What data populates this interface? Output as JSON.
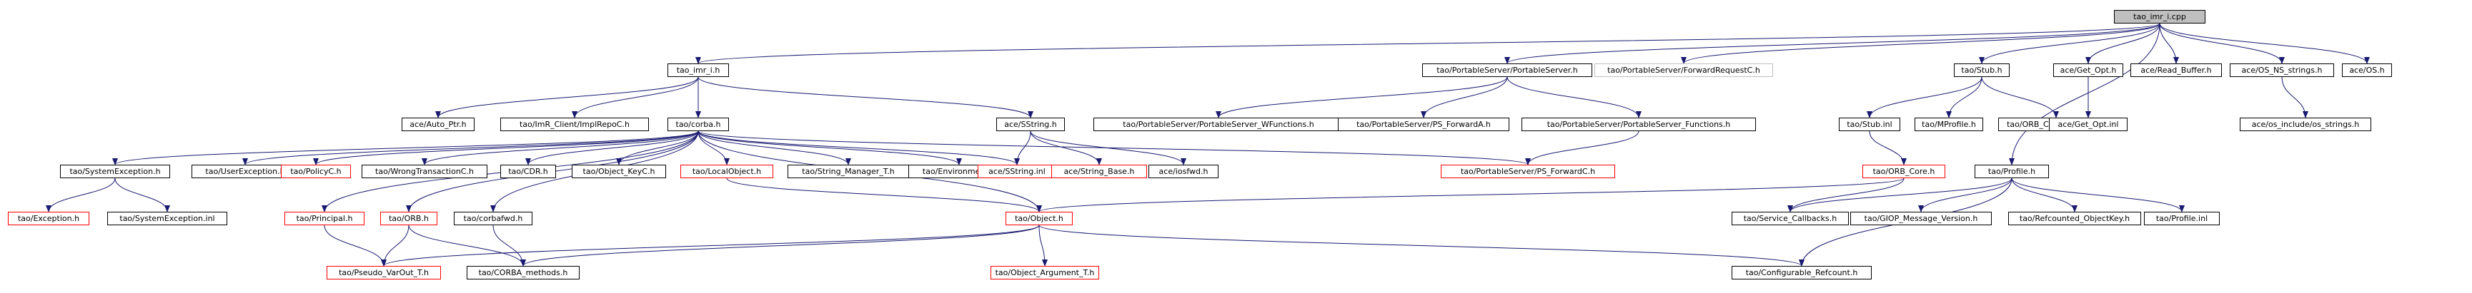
{
  "graph": {
    "edge_color": "#191970",
    "nodes": [
      {
        "id": "root",
        "label": "tao_imr_i.cpp",
        "style": "root"
      },
      {
        "id": "imr_i_h",
        "label": "tao_imr_i.h",
        "style": "normal"
      },
      {
        "id": "portableserver_h",
        "label": "tao/PortableServer/PortableServer.h",
        "style": "normal"
      },
      {
        "id": "forwardrequestc",
        "label": "tao/PortableServer/ForwardRequestC.h",
        "style": "gray"
      },
      {
        "id": "stub_h",
        "label": "tao/Stub.h",
        "style": "normal"
      },
      {
        "id": "get_opt_h",
        "label": "ace/Get_Opt.h",
        "style": "normal"
      },
      {
        "id": "read_buffer",
        "label": "ace/Read_Buffer.h",
        "style": "normal"
      },
      {
        "id": "os_ns_strings",
        "label": "ace/OS_NS_strings.h",
        "style": "normal"
      },
      {
        "id": "ace_os",
        "label": "ace/OS.h",
        "style": "normal"
      },
      {
        "id": "auto_ptr",
        "label": "ace/Auto_Ptr.h",
        "style": "normal"
      },
      {
        "id": "imr_client",
        "label": "tao/ImR_Client/ImplRepoC.h",
        "style": "normal"
      },
      {
        "id": "corba_h",
        "label": "tao/corba.h",
        "style": "normal"
      },
      {
        "id": "sstring_h",
        "label": "ace/SString.h",
        "style": "normal"
      },
      {
        "id": "ps_wfunctions",
        "label": "tao/PortableServer/PortableServer_WFunctions.h",
        "style": "normal"
      },
      {
        "id": "ps_forwarda",
        "label": "tao/PortableServer/PS_ForwardA.h",
        "style": "normal"
      },
      {
        "id": "ps_functions",
        "label": "tao/PortableServer/PortableServer_Functions.h",
        "style": "normal"
      },
      {
        "id": "stub_inl",
        "label": "tao/Stub.inl",
        "style": "normal"
      },
      {
        "id": "mprofile",
        "label": "tao/MProfile.h",
        "style": "normal"
      },
      {
        "id": "orb_core_auto_ptr",
        "label": "tao/ORB_Core_Auto_Ptr.h",
        "style": "normal"
      },
      {
        "id": "get_opt_inl",
        "label": "ace/Get_Opt.inl",
        "style": "normal"
      },
      {
        "id": "os_include_strings",
        "label": "ace/os_include/os_strings.h",
        "style": "normal"
      },
      {
        "id": "systemexception_h",
        "label": "tao/SystemException.h",
        "style": "normal"
      },
      {
        "id": "userexception",
        "label": "tao/UserException.h",
        "style": "normal"
      },
      {
        "id": "policyc",
        "label": "tao/PolicyC.h",
        "style": "red"
      },
      {
        "id": "wrongtransaction",
        "label": "tao/WrongTransactionC.h",
        "style": "normal"
      },
      {
        "id": "cdr_h",
        "label": "tao/CDR.h",
        "style": "normal"
      },
      {
        "id": "object_keyc",
        "label": "tao/Object_KeyC.h",
        "style": "normal"
      },
      {
        "id": "localobject",
        "label": "tao/LocalObject.h",
        "style": "red"
      },
      {
        "id": "string_manager",
        "label": "tao/String_Manager_T.h",
        "style": "normal"
      },
      {
        "id": "environment",
        "label": "tao/Environment.h",
        "style": "normal"
      },
      {
        "id": "sstring_inl",
        "label": "ace/SString.inl",
        "style": "red"
      },
      {
        "id": "string_base",
        "label": "ace/String_Base.h",
        "style": "red"
      },
      {
        "id": "iosfwd",
        "label": "ace/iosfwd.h",
        "style": "normal"
      },
      {
        "id": "ps_forwardc",
        "label": "tao/PortableServer/PS_ForwardC.h",
        "style": "red"
      },
      {
        "id": "orb_core",
        "label": "tao/ORB_Core.h",
        "style": "red"
      },
      {
        "id": "profile_h",
        "label": "tao/Profile.h",
        "style": "normal"
      },
      {
        "id": "exception_h",
        "label": "tao/Exception.h",
        "style": "red"
      },
      {
        "id": "systemexception_inl",
        "label": "tao/SystemException.inl",
        "style": "normal"
      },
      {
        "id": "principal",
        "label": "tao/Principal.h",
        "style": "red"
      },
      {
        "id": "orb_h",
        "label": "tao/ORB.h",
        "style": "red"
      },
      {
        "id": "corbafwd",
        "label": "tao/corbafwd.h",
        "style": "normal"
      },
      {
        "id": "object_h",
        "label": "tao/Object.h",
        "style": "red"
      },
      {
        "id": "service_callbacks",
        "label": "tao/Service_Callbacks.h",
        "style": "normal"
      },
      {
        "id": "giop_message_version",
        "label": "tao/GIOP_Message_Version.h",
        "style": "normal"
      },
      {
        "id": "refcounted_objectkey",
        "label": "tao/Refcounted_ObjectKey.h",
        "style": "normal"
      },
      {
        "id": "profile_inl",
        "label": "tao/Profile.inl",
        "style": "normal"
      },
      {
        "id": "pseudo_varout",
        "label": "tao/Pseudo_VarOut_T.h",
        "style": "red"
      },
      {
        "id": "corba_methods",
        "label": "tao/CORBA_methods.h",
        "style": "normal"
      },
      {
        "id": "object_argument",
        "label": "tao/Object_Argument_T.h",
        "style": "red"
      },
      {
        "id": "configurable_refcount",
        "label": "tao/Configurable_Refcount.h",
        "style": "normal"
      }
    ],
    "edges": [
      [
        "root",
        "imr_i_h"
      ],
      [
        "root",
        "portableserver_h"
      ],
      [
        "root",
        "forwardrequestc"
      ],
      [
        "root",
        "stub_h"
      ],
      [
        "root",
        "get_opt_h"
      ],
      [
        "root",
        "read_buffer"
      ],
      [
        "root",
        "os_ns_strings"
      ],
      [
        "root",
        "ace_os"
      ],
      [
        "root",
        "profile_h"
      ],
      [
        "imr_i_h",
        "auto_ptr"
      ],
      [
        "imr_i_h",
        "imr_client"
      ],
      [
        "imr_i_h",
        "corba_h"
      ],
      [
        "imr_i_h",
        "sstring_h"
      ],
      [
        "portableserver_h",
        "ps_wfunctions"
      ],
      [
        "portableserver_h",
        "ps_forwarda"
      ],
      [
        "portableserver_h",
        "ps_functions"
      ],
      [
        "ps_functions",
        "ps_forwardc"
      ],
      [
        "stub_h",
        "stub_inl"
      ],
      [
        "stub_h",
        "mprofile"
      ],
      [
        "stub_h",
        "orb_core_auto_ptr"
      ],
      [
        "stub_inl",
        "orb_core"
      ],
      [
        "get_opt_h",
        "get_opt_inl"
      ],
      [
        "os_ns_strings",
        "os_include_strings"
      ],
      [
        "corba_h",
        "systemexception_h"
      ],
      [
        "corba_h",
        "userexception"
      ],
      [
        "corba_h",
        "policyc"
      ],
      [
        "corba_h",
        "wrongtransaction"
      ],
      [
        "corba_h",
        "cdr_h"
      ],
      [
        "corba_h",
        "object_keyc"
      ],
      [
        "corba_h",
        "localobject"
      ],
      [
        "corba_h",
        "string_manager"
      ],
      [
        "corba_h",
        "environment"
      ],
      [
        "corba_h",
        "principal"
      ],
      [
        "corba_h",
        "orb_h"
      ],
      [
        "corba_h",
        "corbafwd"
      ],
      [
        "corba_h",
        "sstring_inl"
      ],
      [
        "corba_h",
        "object_h"
      ],
      [
        "corba_h",
        "ps_forwardc"
      ],
      [
        "sstring_h",
        "sstring_inl"
      ],
      [
        "sstring_h",
        "string_base"
      ],
      [
        "sstring_h",
        "iosfwd"
      ],
      [
        "systemexception_h",
        "exception_h"
      ],
      [
        "systemexception_h",
        "systemexception_inl"
      ],
      [
        "localobject",
        "object_h"
      ],
      [
        "orb_core",
        "object_h"
      ],
      [
        "orb_core",
        "service_callbacks"
      ],
      [
        "profile_h",
        "service_callbacks"
      ],
      [
        "profile_h",
        "giop_message_version"
      ],
      [
        "profile_h",
        "refcounted_objectkey"
      ],
      [
        "profile_h",
        "profile_inl"
      ],
      [
        "profile_h",
        "configurable_refcount"
      ],
      [
        "principal",
        "pseudo_varout"
      ],
      [
        "orb_h",
        "pseudo_varout"
      ],
      [
        "orb_h",
        "corba_methods"
      ],
      [
        "corbafwd",
        "corba_methods"
      ],
      [
        "object_h",
        "pseudo_varout"
      ],
      [
        "object_h",
        "corba_methods"
      ],
      [
        "object_h",
        "object_argument"
      ],
      [
        "object_h",
        "configurable_refcount"
      ]
    ]
  }
}
